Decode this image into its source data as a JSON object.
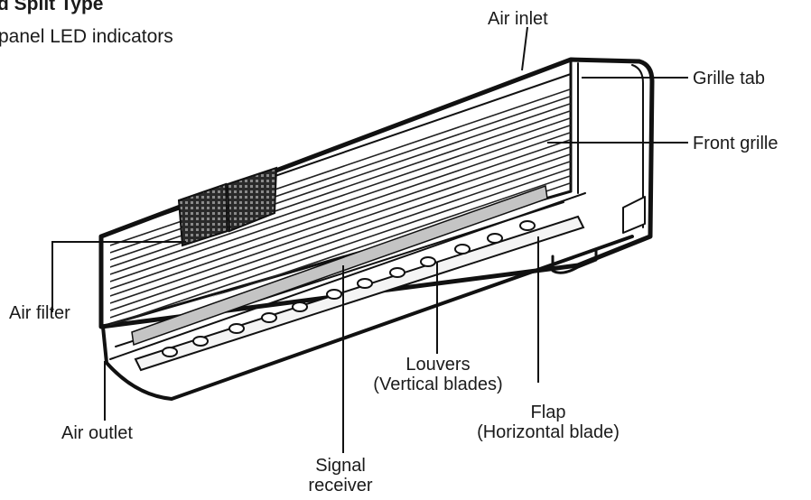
{
  "title": "d Split Type",
  "subtitle": "panel LED indicators",
  "labels": {
    "air_inlet": "Air inlet",
    "grille_tab": "Grille tab",
    "front_grille": "Front grille",
    "air_filter": "Air filter",
    "louvers_line1": "Louvers",
    "louvers_line2": "(Vertical blades)",
    "flap_line1": "Flap",
    "flap_line2": "(Horizontal blade)",
    "air_outlet": "Air outlet",
    "signal_line1": "Signal",
    "signal_line2": "receiver"
  }
}
